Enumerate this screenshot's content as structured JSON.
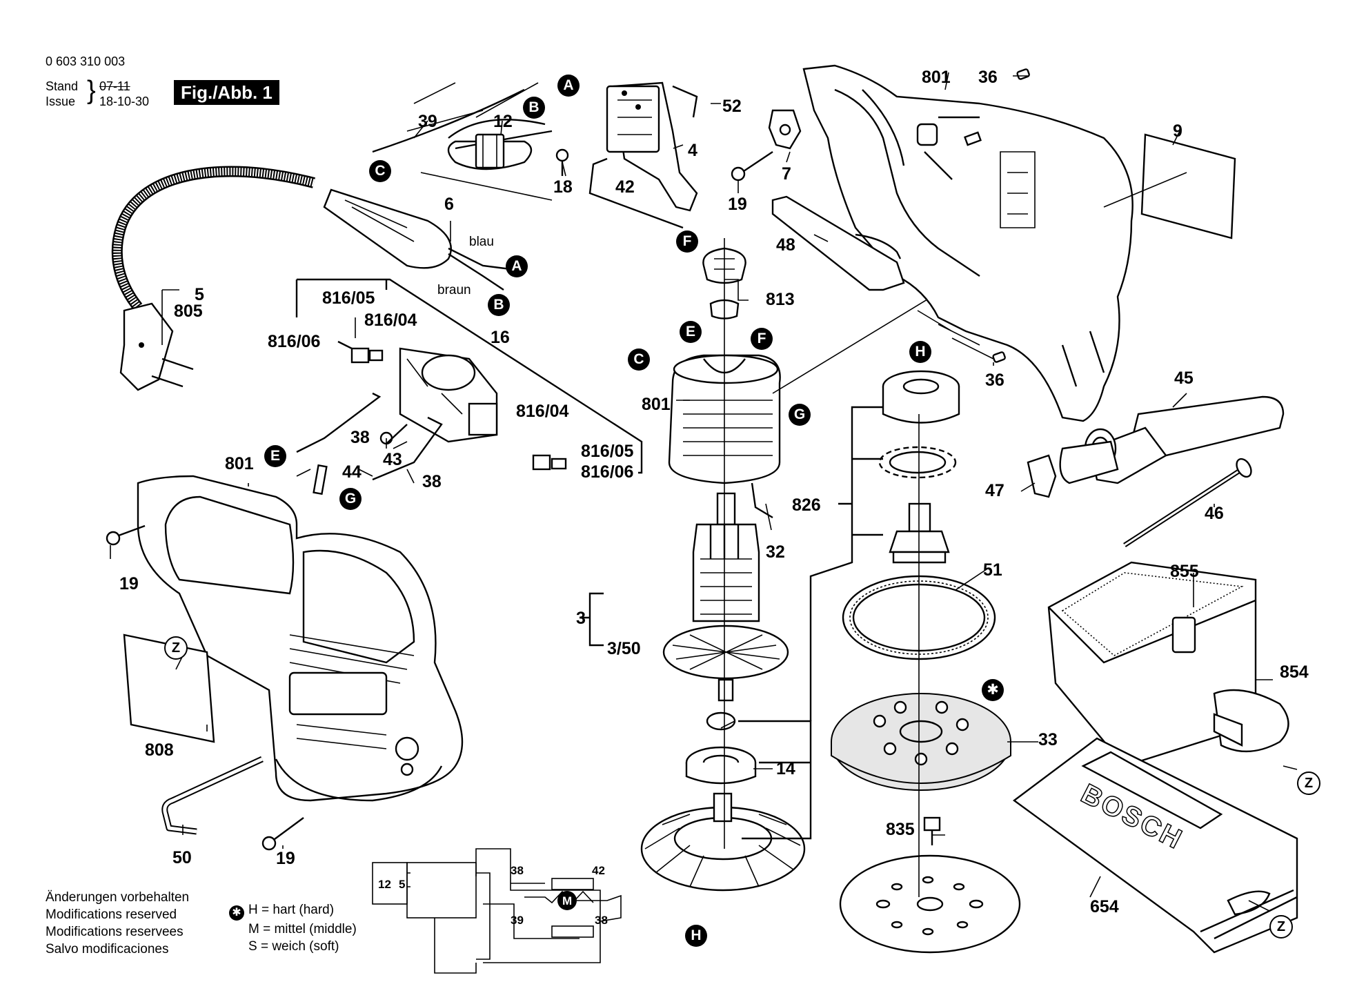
{
  "header": {
    "part_number": "0 603 310 003",
    "stand_label": "Stand",
    "stand_value": "07-11",
    "issue_label": "Issue",
    "issue_value": "18-10-30",
    "figure_label": "Fig./Abb. 1"
  },
  "notes": {
    "lines": [
      "Änderungen vorbehalten",
      "Modifications reserved",
      "Modifications reservees",
      "Salvo modificaciones"
    ]
  },
  "legend": {
    "hard": "H = hart (hard)",
    "middle": "M = mittel (middle)",
    "soft": "S = weich (soft)"
  },
  "wiring": {
    "box_12": "12",
    "box_5": "5",
    "motor": "M",
    "r38_top": "38",
    "r42": "42",
    "r39": "39",
    "r38_bot": "38"
  },
  "markers": {
    "A": "A",
    "B": "B",
    "C": "C",
    "E": "E",
    "F": "F",
    "G": "G",
    "H": "H",
    "Z": "Z"
  },
  "wire_colors": {
    "blue": "blau",
    "brown": "braun"
  },
  "parts": {
    "p39": "39",
    "p12": "12",
    "p52": "52",
    "p4": "4",
    "p18": "18",
    "p42": "42",
    "p801a": "801",
    "p36a": "36",
    "p9": "9",
    "p7": "7",
    "p19a": "19",
    "p48": "48",
    "p36b": "36",
    "p6": "6",
    "p5": "5",
    "p805": "805",
    "p816_05a": "816/05",
    "p816_04a": "816/04",
    "p816_06a": "816/06",
    "p16": "16",
    "p38a": "38",
    "p43": "43",
    "p816_04b": "816/04",
    "p816_05b": "816/05",
    "p816_06b": "816/06",
    "p38b": "38",
    "p44": "44",
    "p801b": "801",
    "p19b": "19",
    "p808": "808",
    "p50": "50",
    "p19c": "19",
    "p813": "813",
    "p801c": "801",
    "p32": "32",
    "p3": "3",
    "p3_50": "3/50",
    "p14": "14",
    "p826": "826",
    "p51": "51",
    "p33": "33",
    "p835": "835",
    "p45": "45",
    "p47": "47",
    "p46": "46",
    "p855": "855",
    "p854": "854",
    "p654": "654"
  },
  "brand_print": "BOSCH"
}
